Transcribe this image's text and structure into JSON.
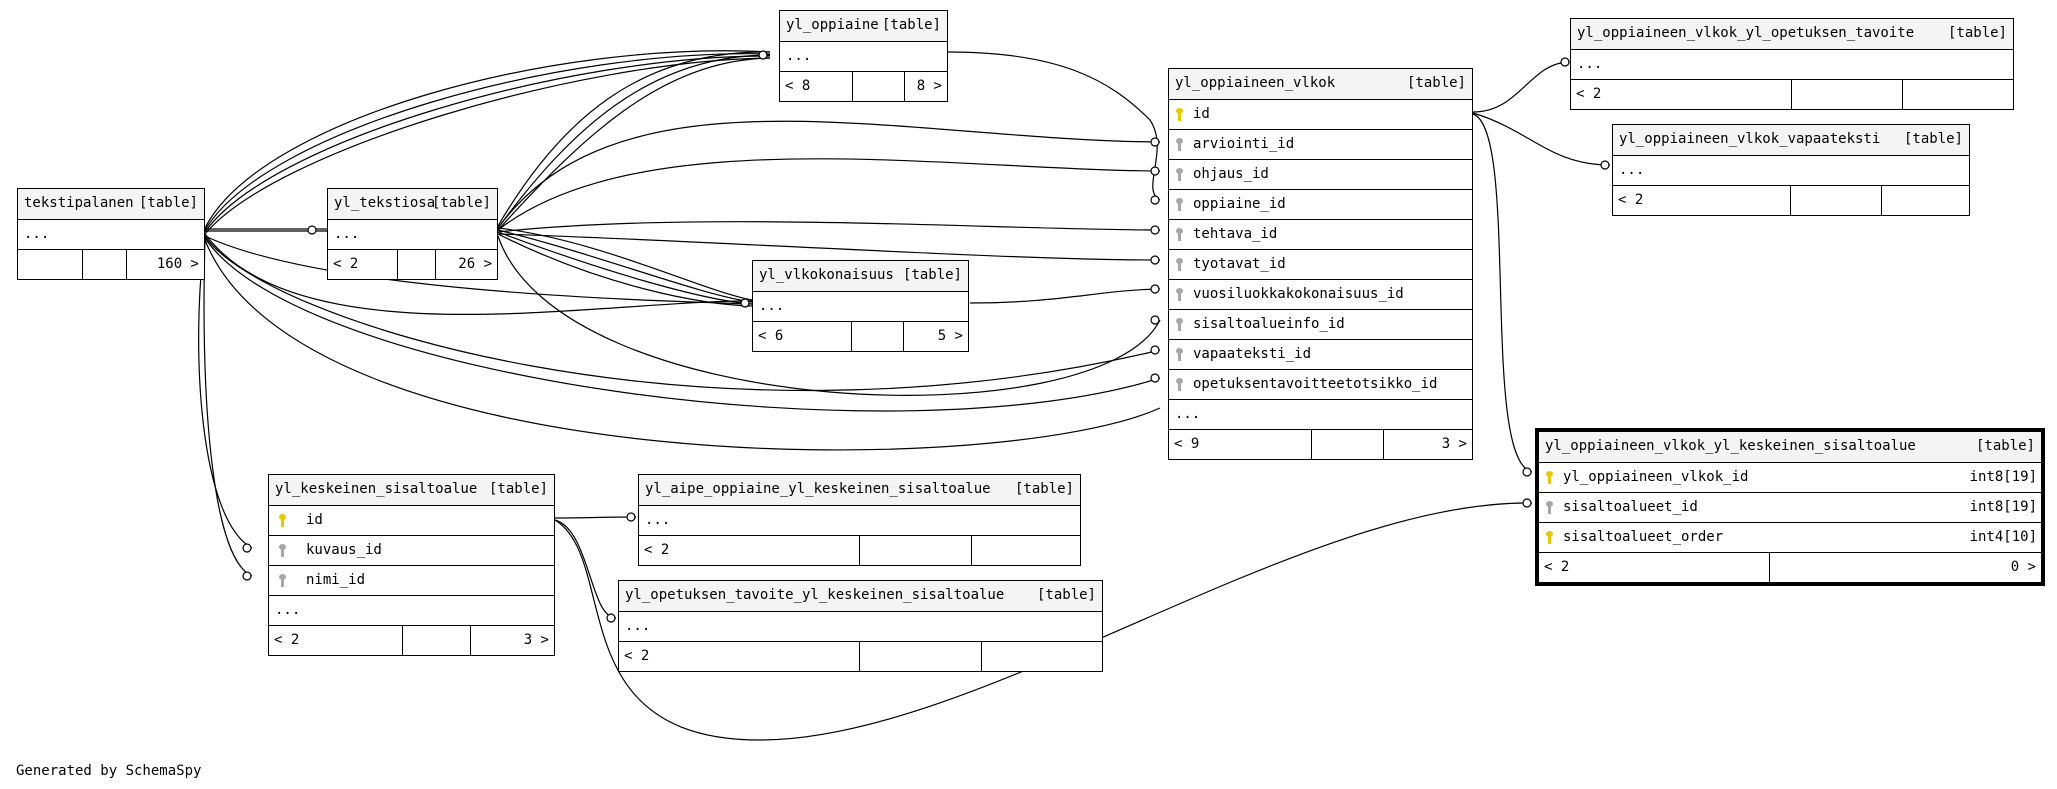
{
  "tables": {
    "tekstipalanen": {
      "name": "tekstipalanen",
      "tag": "[table]",
      "rows": [
        {
          "text": "..."
        }
      ],
      "footer": [
        "",
        "",
        "160 >"
      ]
    },
    "yl_oppiaine": {
      "name": "yl_oppiaine",
      "tag": "[table]",
      "rows": [
        {
          "text": "..."
        }
      ],
      "footer": [
        "< 8",
        "",
        "8 >"
      ]
    },
    "yl_tekstiosa": {
      "name": "yl_tekstiosa",
      "tag": "[table]",
      "rows": [
        {
          "text": "..."
        }
      ],
      "footer": [
        "< 2",
        "",
        "26 >"
      ]
    },
    "yl_vlkokonaisuus": {
      "name": "yl_vlkokonaisuus",
      "tag": "[table]",
      "rows": [
        {
          "text": "..."
        }
      ],
      "footer": [
        "< 6",
        "",
        "5 >"
      ]
    },
    "yl_oppiaineen_vlkok": {
      "name": "yl_oppiaineen_vlkok",
      "tag": "[table]",
      "rows": [
        {
          "text": "id",
          "key": "pk"
        },
        {
          "text": "arviointi_id",
          "key": "fk"
        },
        {
          "text": "ohjaus_id",
          "key": "fk"
        },
        {
          "text": "oppiaine_id",
          "key": "fk"
        },
        {
          "text": "tehtava_id",
          "key": "fk"
        },
        {
          "text": "tyotavat_id",
          "key": "fk"
        },
        {
          "text": "vuosiluokkakokonaisuus_id",
          "key": "fk"
        },
        {
          "text": "sisaltoalueinfo_id",
          "key": "fk"
        },
        {
          "text": "vapaateksti_id",
          "key": "fk"
        },
        {
          "text": "opetuksentavoitteetotsikko_id",
          "key": "fk"
        },
        {
          "text": "..."
        }
      ],
      "footer": [
        "< 9",
        "",
        "3 >"
      ]
    },
    "yl_oppiaineen_vlkok_yl_opetuksen_tavoite": {
      "name": "yl_oppiaineen_vlkok_yl_opetuksen_tavoite",
      "tag": "[table]",
      "rows": [
        {
          "text": "..."
        }
      ],
      "footer": [
        "< 2",
        "",
        ""
      ]
    },
    "yl_oppiaineen_vlkok_vapaateksti": {
      "name": "yl_oppiaineen_vlkok_vapaateksti",
      "tag": "[table]",
      "rows": [
        {
          "text": "..."
        }
      ],
      "footer": [
        "< 2",
        "",
        ""
      ]
    },
    "yl_oppiaineen_vlkok_yl_keskeinen_sisaltoalue": {
      "name": "yl_oppiaineen_vlkok_yl_keskeinen_sisaltoalue",
      "tag": "[table]",
      "rows": [
        {
          "text": "yl_oppiaineen_vlkok_id",
          "key": "pk",
          "type": "int8[19]"
        },
        {
          "text": "sisaltoalueet_id",
          "key": "fk",
          "type": "int8[19]"
        },
        {
          "text": "sisaltoalueet_order",
          "key": "pk",
          "type": "int4[10]"
        }
      ],
      "footer": [
        "< 2",
        "0 >"
      ]
    },
    "yl_keskeinen_sisaltoalue": {
      "name": "yl_keskeinen_sisaltoalue",
      "tag": "[table]",
      "rows": [
        {
          "text": "id",
          "key": "pk"
        },
        {
          "text": "kuvaus_id",
          "key": "fk"
        },
        {
          "text": "nimi_id",
          "key": "fk"
        },
        {
          "text": "..."
        }
      ],
      "footer": [
        "< 2",
        "",
        "3 >"
      ]
    },
    "yl_aipe_oppiaine_yl_keskeinen_sisaltoalue": {
      "name": "yl_aipe_oppiaine_yl_keskeinen_sisaltoalue",
      "tag": "[table]",
      "rows": [
        {
          "text": "..."
        }
      ],
      "footer": [
        "< 2",
        "",
        ""
      ]
    },
    "yl_opetuksen_tavoite_yl_keskeinen_sisaltoalue": {
      "name": "yl_opetuksen_tavoite_yl_keskeinen_sisaltoalue",
      "tag": "[table]",
      "rows": [
        {
          "text": "..."
        }
      ],
      "footer": [
        "< 2",
        "",
        ""
      ]
    }
  },
  "credit": "Generated by SchemaSpy",
  "colors": {
    "primary_key": "#e8c800",
    "foreign_key": "#a6a6a6",
    "header": "#f4f4f4",
    "line": "#000000"
  }
}
